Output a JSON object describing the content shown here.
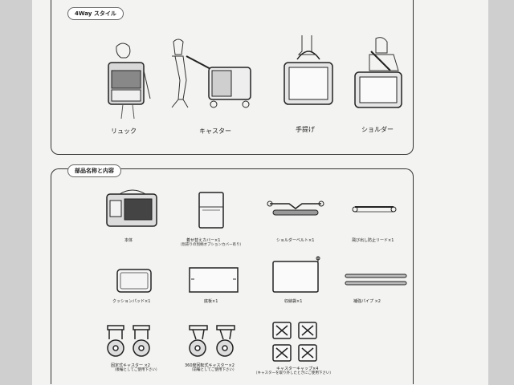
{
  "sections": {
    "style_title": "4Way スタイル",
    "parts_title": "部品名称と内容"
  },
  "styles": [
    {
      "label": "リュック"
    },
    {
      "label": "キャスター"
    },
    {
      "label": "手提げ"
    },
    {
      "label": "ショルダー"
    }
  ],
  "parts": [
    {
      "label": "本体"
    },
    {
      "label": "着せ替えカバー×1",
      "note": "（別売りの別柄オプションカバー有り）"
    },
    {
      "label": "ショルダーベルト×1"
    },
    {
      "label": "飛び出し防止リード×1"
    },
    {
      "label": "クッションパッド×1"
    },
    {
      "label": "底板×1"
    },
    {
      "label": "収納袋×1"
    },
    {
      "label": "補強パイプ ×2"
    },
    {
      "label": "固定式キャスター ×2",
      "note": "（後輪としてご使用下さい）"
    },
    {
      "label": "360度回転式キャスター×2",
      "note": "（前輪としてご使用下さい）"
    },
    {
      "label": "キャスターキャップ×4",
      "note": "（キャスターを取り外したときにご使用下さい）"
    }
  ]
}
